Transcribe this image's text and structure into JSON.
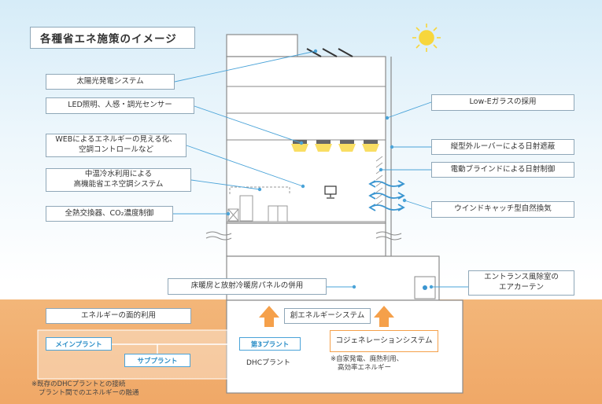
{
  "title": "各種省エネ施策のイメージ",
  "labels": {
    "solar": "太陽光発電システム",
    "led": "LED照明、人感・調光センサー",
    "web_line1": "WEBによるエネルギーの見える化、",
    "web_line2": "空調コントロールなど",
    "medium_line1": "中温冷水利用による",
    "medium_line2": "高機能省エネ空調システム",
    "heat_exchange": "全熱交換器、CO₂濃度制御",
    "low_e": "Low-Eガラスの採用",
    "louver": "縦型外ルーバーによる日射遮蔽",
    "blind": "電動ブラインドによる日射制御",
    "wind_catch": "ウインドキャッチ型自然換気",
    "floor_heating": "床暖房と放射冷暖房パネルの併用",
    "entrance_line1": "エントランス風除室の",
    "entrance_line2": "エアカーテン",
    "area_energy": "エネルギーの面的利用",
    "create_energy": "創エネルギーシステム",
    "cogeneration": "コジェネレーションシステム"
  },
  "plants": {
    "main": "メインプラント",
    "sub": "サブプラント",
    "third": "第3プラント",
    "dhc": "DHCプラント"
  },
  "notes": {
    "cogen_line1": "※自家発電、廃熱利用、",
    "cogen_line2": "高効率エネルギー",
    "dhc_line1": "※既存のDHCプラントとの接続",
    "dhc_line2": "プラント間でのエネルギーの融通"
  },
  "colors": {
    "sky": "#d6ecf8",
    "ground": "#f0a867",
    "leader": "#4aa3d8",
    "arrow": "#f5a04a",
    "light": "#f7d63c",
    "plant_border": "#4aa3d8",
    "sun": "#f7d63c"
  },
  "icons": [
    "sun-icon",
    "solar-panel-icon",
    "ceiling-light-icon",
    "monitor-icon",
    "wind-arrow-icon",
    "up-arrow-icon",
    "air-curtain-icon",
    "heat-exchanger-icon"
  ]
}
